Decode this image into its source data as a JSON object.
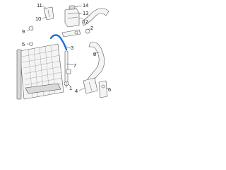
{
  "diagram": {
    "highlight_color": "#1e6fd9",
    "callouts": [
      "1",
      "2",
      "3",
      "4",
      "5",
      "6",
      "7",
      "8",
      "9",
      "10",
      "11",
      "12",
      "13",
      "14"
    ]
  }
}
